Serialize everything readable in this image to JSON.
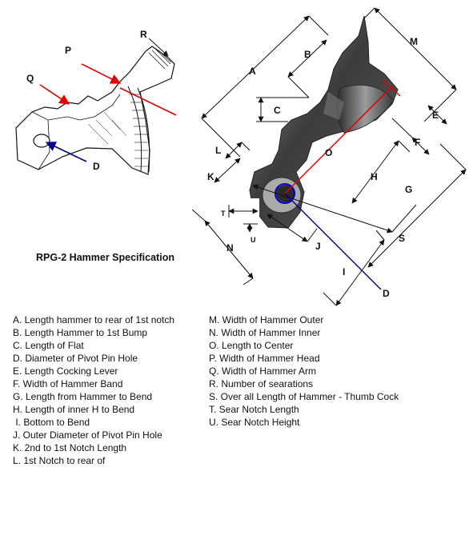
{
  "title": "RPG-2 Hammer Specification",
  "colors": {
    "red_line": "#e00000",
    "blue_line": "#00008b",
    "ink": "#111111"
  },
  "diagram_labels": [
    "A",
    "B",
    "C",
    "D",
    "E",
    "F",
    "G",
    "H",
    "I",
    "J",
    "K",
    "L",
    "M",
    "N",
    "O",
    "P",
    "Q",
    "R",
    "S",
    "T",
    "U"
  ],
  "sketch_labels": [
    "R",
    "P",
    "Q",
    "D"
  ],
  "legend_left": [
    "A. Length hammer to rear of 1st notch",
    "B. Length Hammer to 1st Bump",
    "C. Length of Flat",
    "D. Diameter of Pivot Pin Hole",
    "E. Length Cocking Lever",
    "F. Width of Hammer Band",
    "G. Length from Hammer to Bend",
    "H. Length of inner H to Bend",
    " I. Bottom to Bend",
    "J. Outer Diameter of Pivot Pin Hole",
    "K. 2nd to 1st Notch Length",
    "L. 1st Notch to rear of"
  ],
  "legend_right": [
    "M. Width of Hammer Outer",
    "N. Width of Hammer Inner",
    "O. Length to Center",
    "P. Width of Hammer Head",
    "Q. Width of Hammer Arm",
    "R. Number of searations",
    "S. Over all Length of Hammer - Thumb Cock",
    "T. Sear Notch Length",
    "U. Sear Notch Height"
  ]
}
